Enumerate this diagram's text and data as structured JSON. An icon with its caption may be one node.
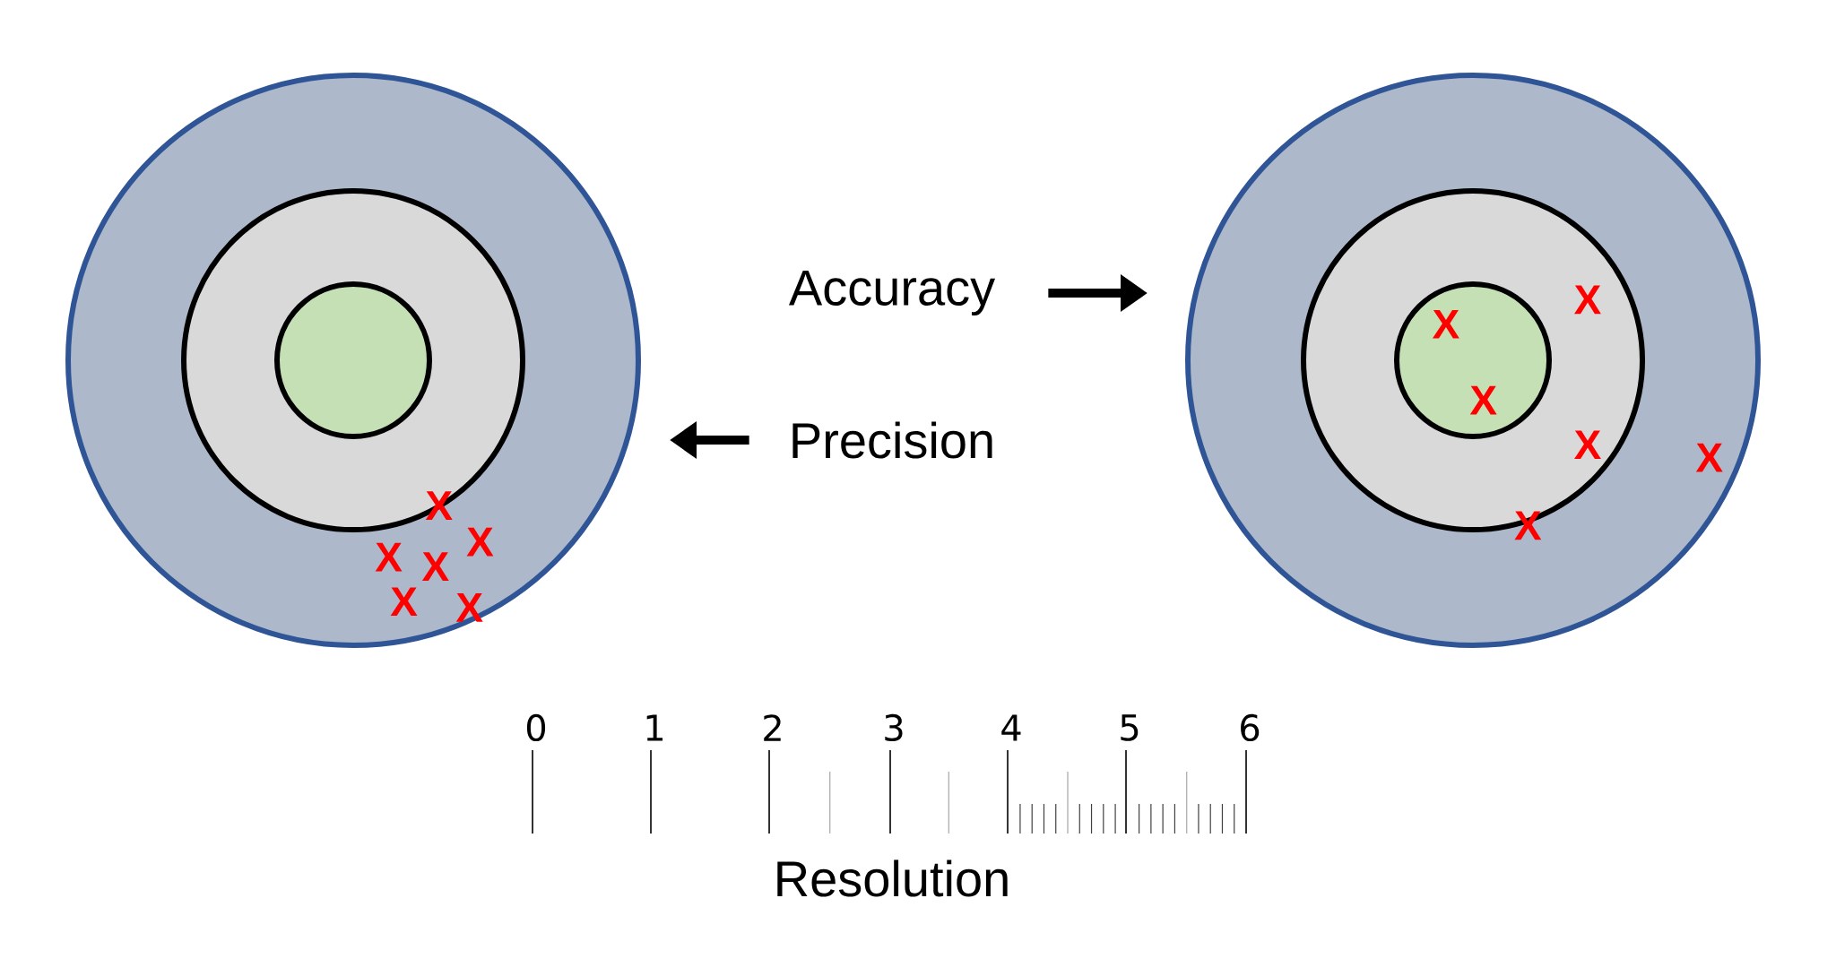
{
  "diagram": {
    "nodes": [
      {
        "text": [],
        "shape": "circle"
      },
      {
        "text": [],
        "shape": "circle",
        "in": 0
      },
      {
        "text": [],
        "shape": "circle",
        "in": 1
      },
      {
        "text": [],
        "shape": "circle"
      },
      {
        "text": [],
        "shape": "circle",
        "in": 3
      },
      {
        "text": [],
        "shape": "circle",
        "in": 4
      },
      {
        "text": [
          "Accuracy"
        ]
      },
      {
        "text": [
          "Precision"
        ]
      }
    ],
    "edges": [
      {
        "from": 6,
        "to": 3,
        "arrow": "to"
      },
      {
        "from": 7,
        "to": 0,
        "arrow": "to"
      }
    ],
    "labels": [
      "X",
      "X",
      "X",
      "X",
      "X",
      "X",
      "X",
      "X",
      "X",
      "X",
      "X",
      "X",
      "0",
      "1",
      "2",
      "3",
      "4",
      "5",
      "6",
      "Resolution"
    ]
  }
}
